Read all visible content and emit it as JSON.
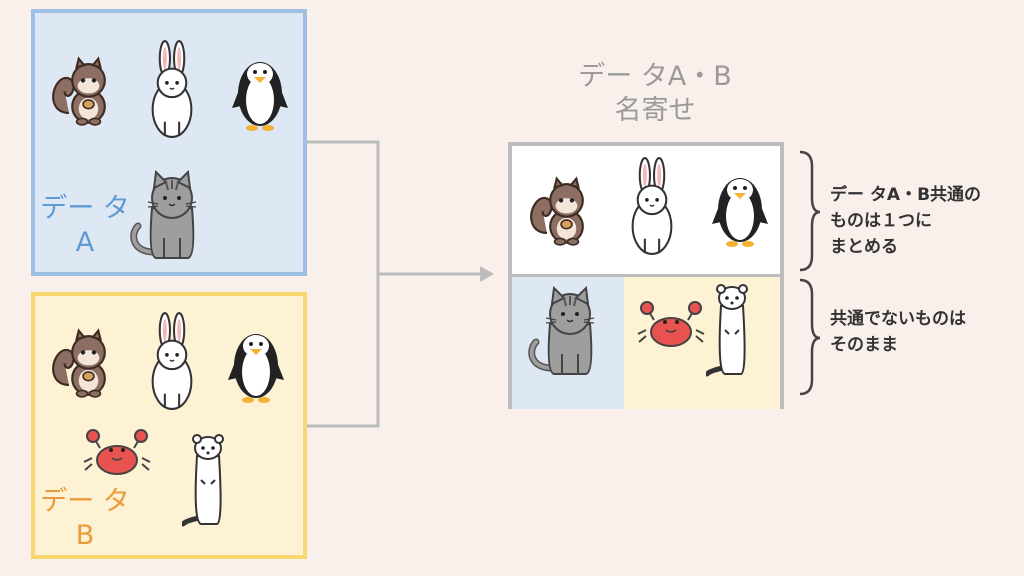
{
  "data_a": {
    "label_line1": "デー タ",
    "label_line2": "A"
  },
  "data_b": {
    "label_line1": "デー タ",
    "label_line2": "B"
  },
  "result": {
    "title_line1": "デー タA・B",
    "title_line2": "名寄せ"
  },
  "notes": {
    "common": [
      "デー タA・B共通の",
      "ものは１つに",
      "まとめる"
    ],
    "unique": [
      "共通でないものは",
      "そのまま"
    ]
  },
  "colors": {
    "box_a_fill": "#dde8f4",
    "box_a_border": "#9ec0e5",
    "label_a": "#5f9ad4",
    "box_b_fill": "#fdf2d3",
    "box_b_border": "#f8d770",
    "label_b": "#ea9a3a",
    "result_border": "#bcbcbc",
    "connector": "#bcbcbc"
  },
  "icons": [
    "squirrel-icon",
    "rabbit-icon",
    "penguin-icon",
    "cat-icon",
    "crab-icon",
    "ferret-icon"
  ]
}
